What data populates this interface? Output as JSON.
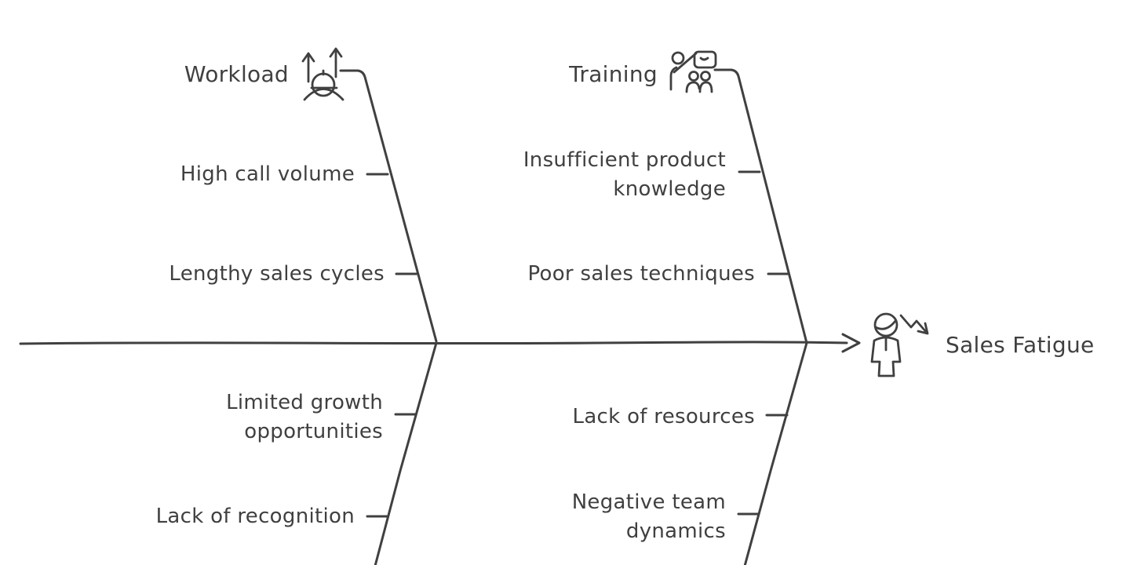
{
  "colors": {
    "stroke": "#404040",
    "background": "#ffffff"
  },
  "fishbone": {
    "type": "fishbone-diagram",
    "effect": {
      "label": "Sales Fatigue",
      "icon": "fatigued-person-decline-icon"
    },
    "branches": [
      {
        "label": "Workload",
        "icon": "person-rising-arrows-icon",
        "position": "top-left",
        "causes": [
          "High call volume",
          "Lengthy sales cycles"
        ]
      },
      {
        "label": "Training",
        "icon": "presenter-whiteboard-audience-icon",
        "position": "top-right",
        "causes": [
          "Insufficient product\nknowledge",
          "Poor sales techniques"
        ]
      },
      {
        "position": "bottom-left",
        "causes": [
          "Limited growth\nopportunities",
          "Lack of recognition"
        ]
      },
      {
        "position": "bottom-right",
        "causes": [
          "Lack of resources",
          "Negative team\ndynamics"
        ]
      }
    ]
  }
}
